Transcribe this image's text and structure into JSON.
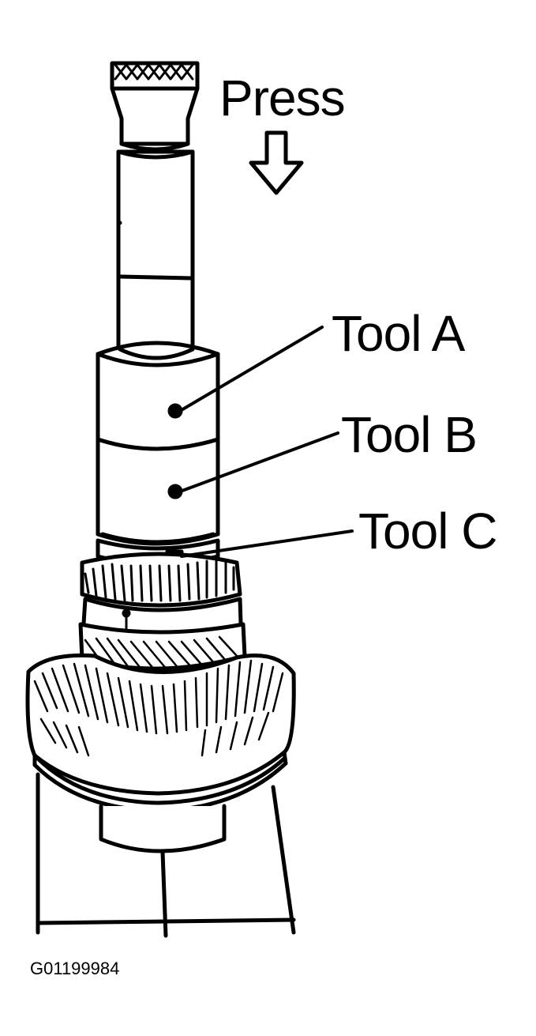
{
  "labels": {
    "press": "Press",
    "tool_a": "Tool A",
    "tool_b": "Tool B",
    "tool_c": "Tool C"
  },
  "figure_id": "G01199984"
}
